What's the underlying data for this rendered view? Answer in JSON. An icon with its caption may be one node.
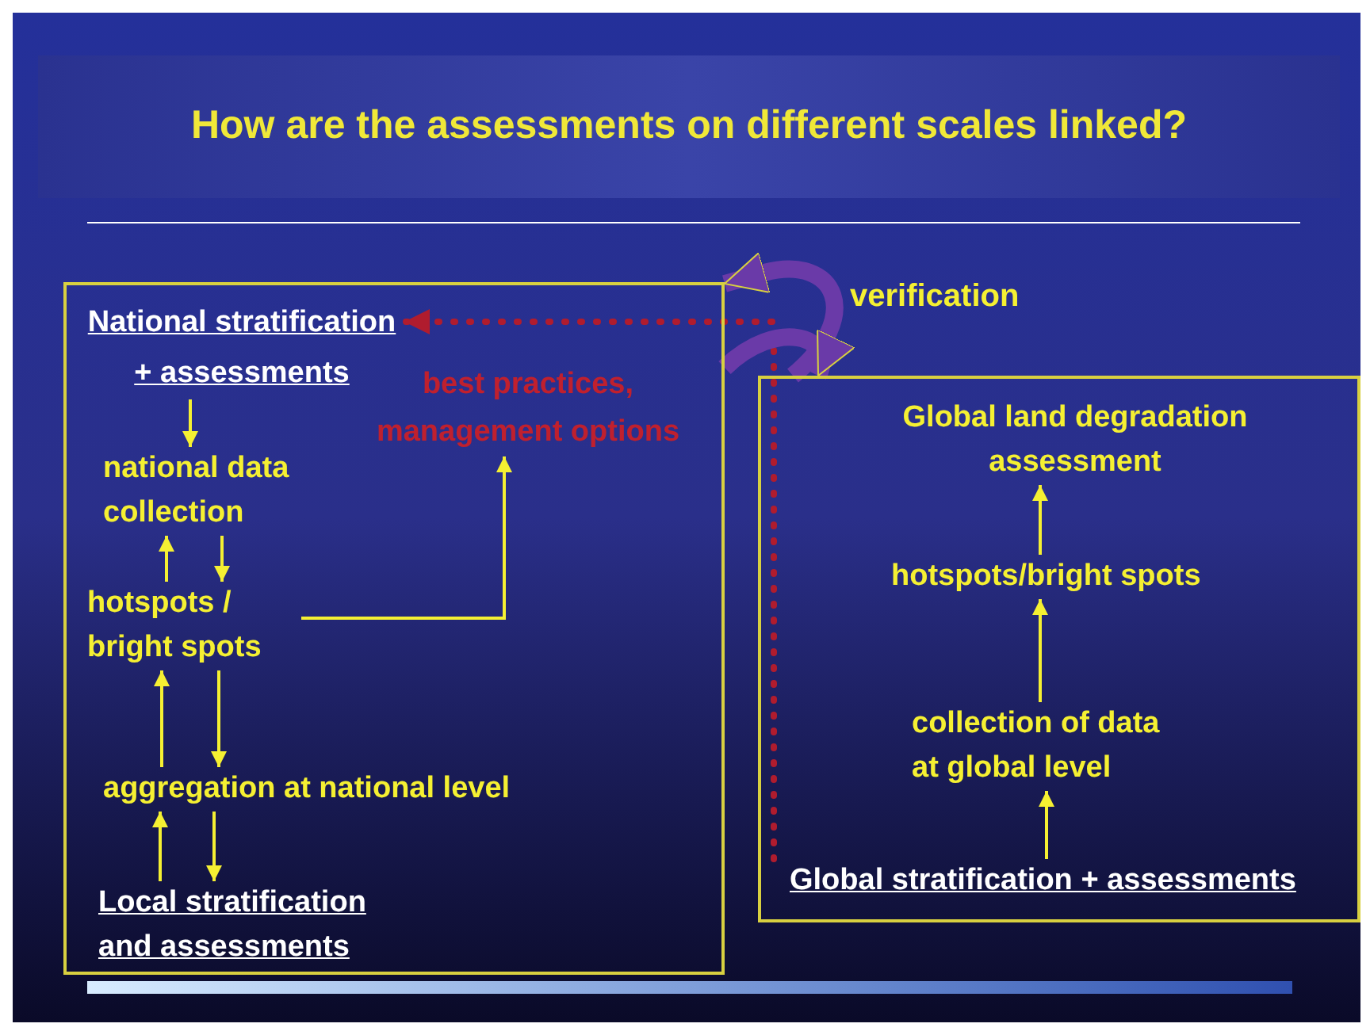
{
  "diagram": {
    "title": "How are the assessments on different scales linked?",
    "nodes": [
      {
        "text": [],
        "shape": "box"
      },
      {
        "text": [],
        "shape": "box"
      },
      {
        "text": [
          "National stratification + assessments"
        ],
        "in": 0
      },
      {
        "text": [
          "national data collection"
        ],
        "in": 0
      },
      {
        "text": [
          "hotspots / bright spots"
        ],
        "in": 0
      },
      {
        "text": [
          "aggregation at national level"
        ],
        "in": 0
      },
      {
        "text": [
          "Local stratification and assessments"
        ],
        "in": 0
      },
      {
        "text": [
          "best practices, management options"
        ],
        "in": 0
      },
      {
        "text": [
          "Global land degradation assessment"
        ],
        "in": 1
      },
      {
        "text": [
          "hotspots/bright spots"
        ],
        "in": 1
      },
      {
        "text": [
          "collection of data at global level"
        ],
        "in": 1
      },
      {
        "text": [
          "Global stratification + assessments"
        ],
        "in": 1
      }
    ],
    "edges": [
      {
        "from": 2,
        "to": 3,
        "arrow": "to"
      },
      {
        "from": 4,
        "to": 3,
        "arrow": "to"
      },
      {
        "from": 3,
        "to": 4,
        "arrow": "to"
      },
      {
        "from": 5,
        "to": 4,
        "arrow": "to"
      },
      {
        "from": 4,
        "to": 5,
        "arrow": "to"
      },
      {
        "from": 6,
        "to": 5,
        "arrow": "to"
      },
      {
        "from": 5,
        "to": 6,
        "arrow": "to"
      },
      {
        "from": 4,
        "to": 7,
        "arrow": "to"
      },
      {
        "from": 11,
        "to": 2,
        "arrow": "to",
        "style": "dashed",
        "color": "#b01c2e"
      },
      {
        "from": 11,
        "to": 10,
        "arrow": "to"
      },
      {
        "from": 10,
        "to": 9,
        "arrow": "to"
      },
      {
        "from": 9,
        "to": 8,
        "arrow": "to"
      },
      {
        "from": 1,
        "to": 0,
        "arrow": "to",
        "label": "verification",
        "style": "thick",
        "color": "#6a3aa8"
      },
      {
        "from": 0,
        "to": 1,
        "arrow": "to",
        "style": "thick",
        "color": "#6a3aa8"
      }
    ]
  }
}
